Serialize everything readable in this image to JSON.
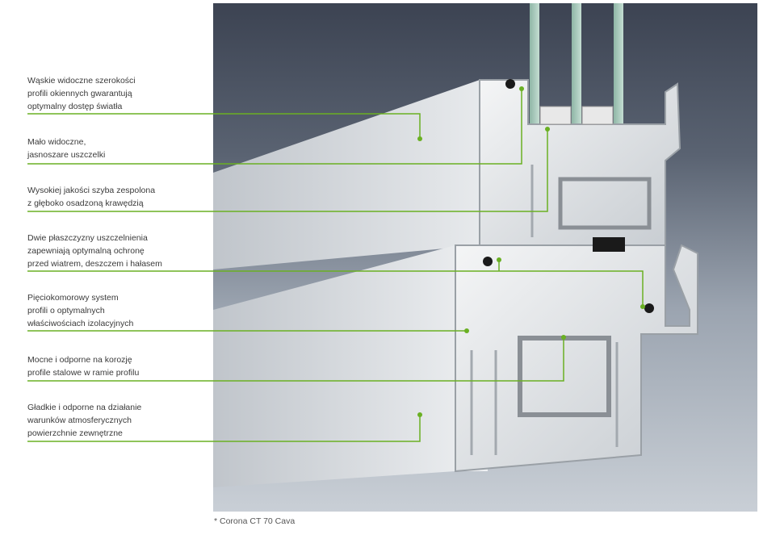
{
  "callouts": [
    {
      "lines": [
        "Wąskie widoczne szerokości",
        "profili okiennych gwarantują",
        "optymalny dostęp światła"
      ]
    },
    {
      "lines": [
        "Mało widoczne,",
        "jasnoszare uszczelki"
      ]
    },
    {
      "lines": [
        "Wysokiej jakości szyba zespolona",
        "z głęboko osadzoną krawędzią"
      ]
    },
    {
      "lines": [
        "Dwie płaszczyzny uszczelnienia",
        "zapewniają optymalną ochronę",
        "przed wiatrem, deszczem i hałasem"
      ]
    },
    {
      "lines": [
        "Pięciokomorowy system",
        "profili o optymalnych",
        "właściwościach izolacyjnych"
      ]
    },
    {
      "lines": [
        "Mocne i odporne na korozję",
        "profile stalowe w ramie profilu"
      ]
    },
    {
      "lines": [
        "Gładkie i odporne na działanie",
        "warunków atmosferycznych",
        "powierzchnie zewnętrzne"
      ]
    }
  ],
  "footnote": "* Corona CT 70 Cava",
  "colors": {
    "accent": "#6ab023",
    "text": "#3a3a3a"
  }
}
